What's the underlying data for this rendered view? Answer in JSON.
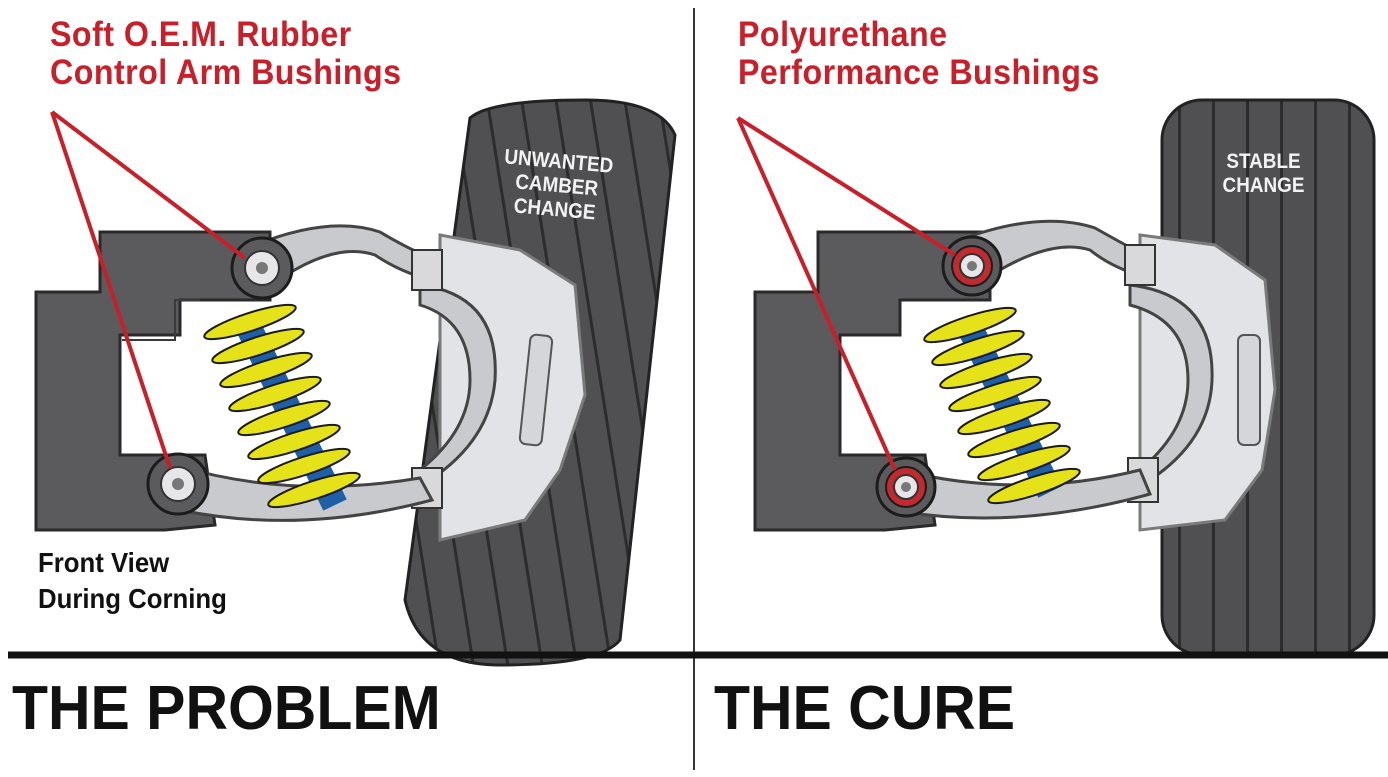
{
  "left_panel": {
    "title_line1": "Soft O.E.M. Rubber",
    "title_line2": "Control Arm Bushings",
    "tire_line1": "UNWANTED",
    "tire_line2": "CAMBER",
    "tire_line3": "CHANGE",
    "caption_line1": "Front View",
    "caption_line2": "During Corning",
    "heading": "THE PROBLEM"
  },
  "right_panel": {
    "title_line1": "Polyurethane",
    "title_line2": "Performance Bushings",
    "tire_line1": "STABLE",
    "tire_line2": "CHANGE",
    "heading": "THE CURE"
  },
  "colors": {
    "accent_red": "#c8202a",
    "frame_gray": "#5b5b5e",
    "tire_gray": "#505053",
    "arm_gray": "#c9cacd",
    "spring_yellow": "#e6e21a",
    "spring_blue": "#1f5fa8",
    "bushing_red": "#c12a2e"
  }
}
